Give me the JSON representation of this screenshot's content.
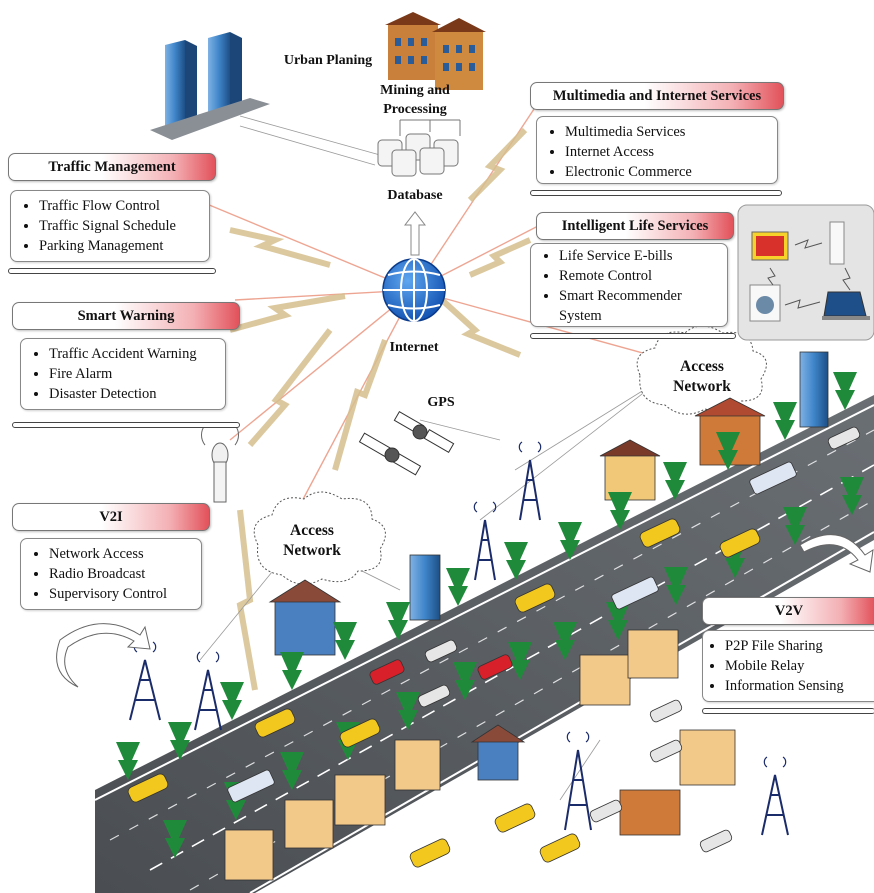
{
  "labels": {
    "urban_planing": "Urban Planing",
    "mining_line1": "Mining and",
    "mining_line2": "Processing",
    "database": "Database",
    "internet": "Internet",
    "gps": "GPS",
    "access_network_right_1": "Access",
    "access_network_right_2": "Network",
    "access_network_left_1": "Access",
    "access_network_left_2": "Network"
  },
  "panels": {
    "traffic_management": {
      "title": "Traffic Management",
      "items": [
        "Traffic Flow Control",
        "Traffic Signal Schedule",
        "Parking Management"
      ]
    },
    "smart_warning": {
      "title": "Smart Warning",
      "items": [
        "Traffic Accident Warning",
        "Fire Alarm",
        "Disaster Detection"
      ]
    },
    "v2i": {
      "title": "V2I",
      "items": [
        "Network Access",
        "Radio Broadcast",
        "Supervisory Control"
      ]
    },
    "multimedia": {
      "title": "Multimedia and Internet Services",
      "items": [
        "Multimedia Services",
        "Internet Access",
        "Electronic Commerce"
      ]
    },
    "intelligent_life": {
      "title": "Intelligent Life Services",
      "items": [
        "Life Service E-bills",
        "Remote Control",
        "Smart Recommender System"
      ]
    },
    "v2v": {
      "title": "V2V",
      "items": [
        "P2P File Sharing",
        "Mobile Relay",
        "Information Sensing"
      ]
    }
  },
  "colors": {
    "header_accent": "#e2525b",
    "wireless_link": "#d9c59a",
    "fiber_link": "#e89a86",
    "road": "#555a5f",
    "tree": "#1f8a3a",
    "taxi": "#f2c81e",
    "car_red": "#d8202a",
    "globe": "#1f63c8"
  }
}
